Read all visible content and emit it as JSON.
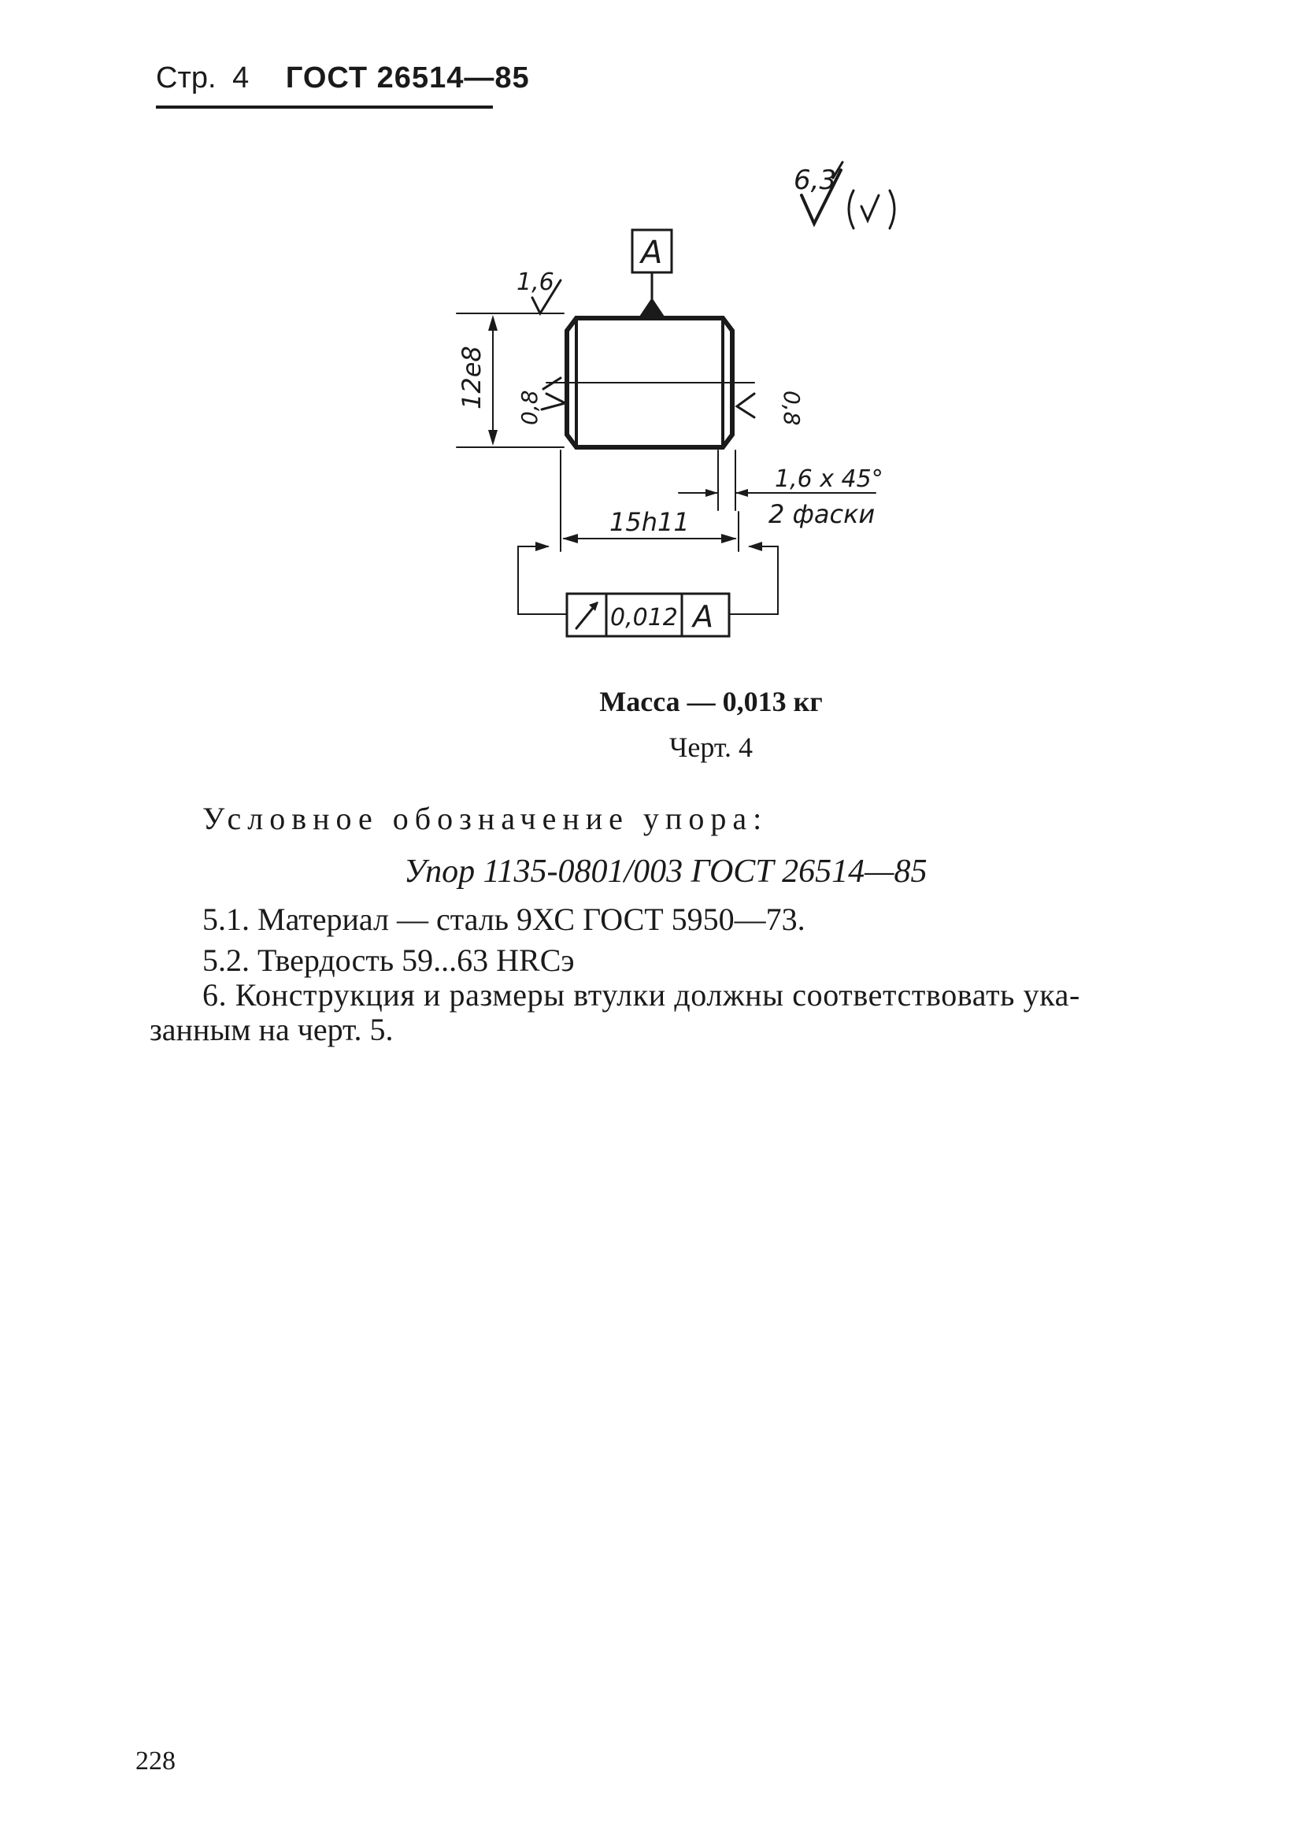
{
  "header": {
    "page_label": "Стр.",
    "page_number": "4",
    "standard": "ГОСТ 26514—85"
  },
  "drawing": {
    "roughness_general": "6,3",
    "roughness_general_bracket": "(√)",
    "datum_letter": "A",
    "roughness_top": "1,6",
    "roughness_left": "0,8",
    "roughness_right": "0,8",
    "dim_height": "12e8",
    "dim_width": "15h11",
    "chamfer": "1,6 x 45°",
    "chamfer_note": "2 фаски",
    "tolerance_value": "0,012",
    "tolerance_datum": "A"
  },
  "captions": {
    "mass": "Масса — 0,013 кг",
    "figure": "Черт. 4"
  },
  "body": {
    "designation_label": "Условное обозначение упора:",
    "designation": "Упор 1135-0801/003 ГОСТ 26514—85",
    "item_5_1": "5.1. Материал — сталь 9ХС ГОСТ 5950—73.",
    "item_5_2": "5.2. Твердость 59...63 HRCэ",
    "item_6_line1": "6. Конструкция и размеры втулки должны соответствовать ука-",
    "item_6_line2": "занным на черт. 5."
  },
  "footer": {
    "page_number": "228"
  }
}
